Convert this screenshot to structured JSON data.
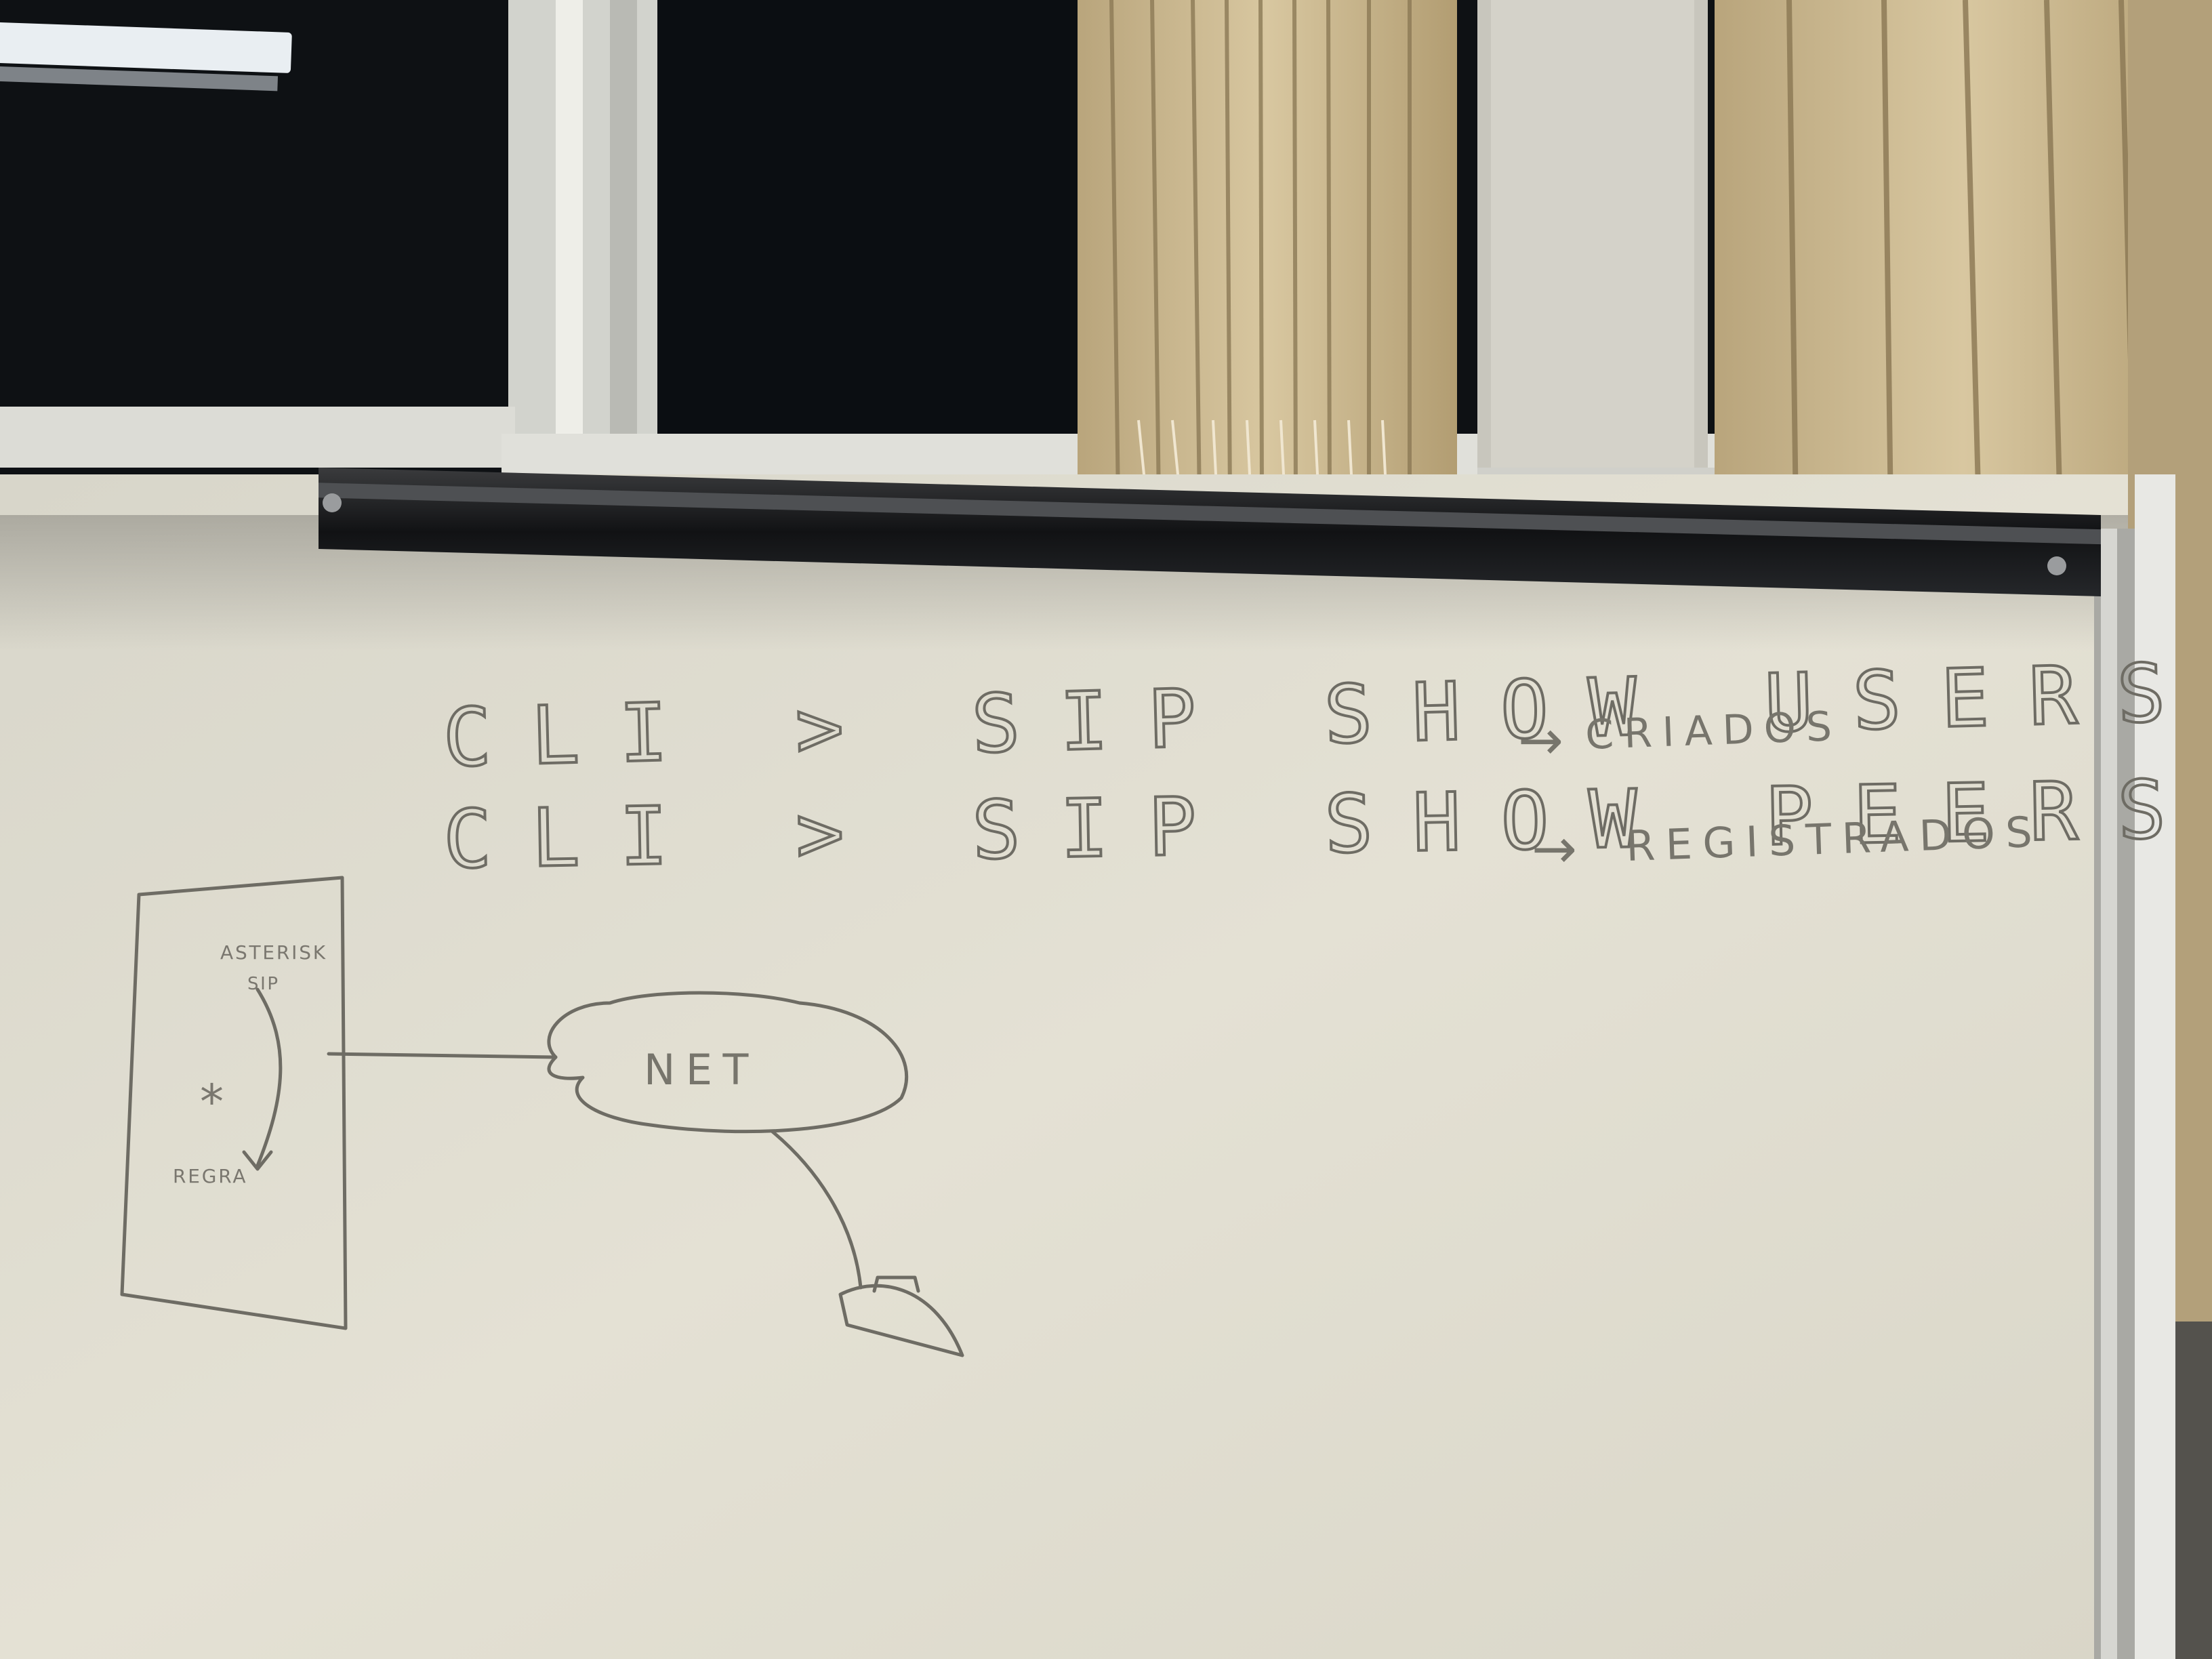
{
  "whiteboard": {
    "line1": {
      "command": "CLI > SIP SHOW USERS",
      "arrow": "→",
      "result": "CRIADOS"
    },
    "line2": {
      "command": "CLI > SIP SHOW PEERS",
      "arrow": "→",
      "result": "REGISTRADOS"
    },
    "diagram": {
      "box_label_top": "ASTERISK",
      "box_label_top2": "SIP",
      "box_star": "*",
      "box_label_bottom": "REGRA",
      "cloud_label": "NET"
    }
  },
  "colors": {
    "whiteboard": "#e6e3d6",
    "marker": "#6e6c64",
    "window_dark": "#0e1114",
    "blinds": "#c9b891",
    "frame": "#d9d9d2"
  }
}
